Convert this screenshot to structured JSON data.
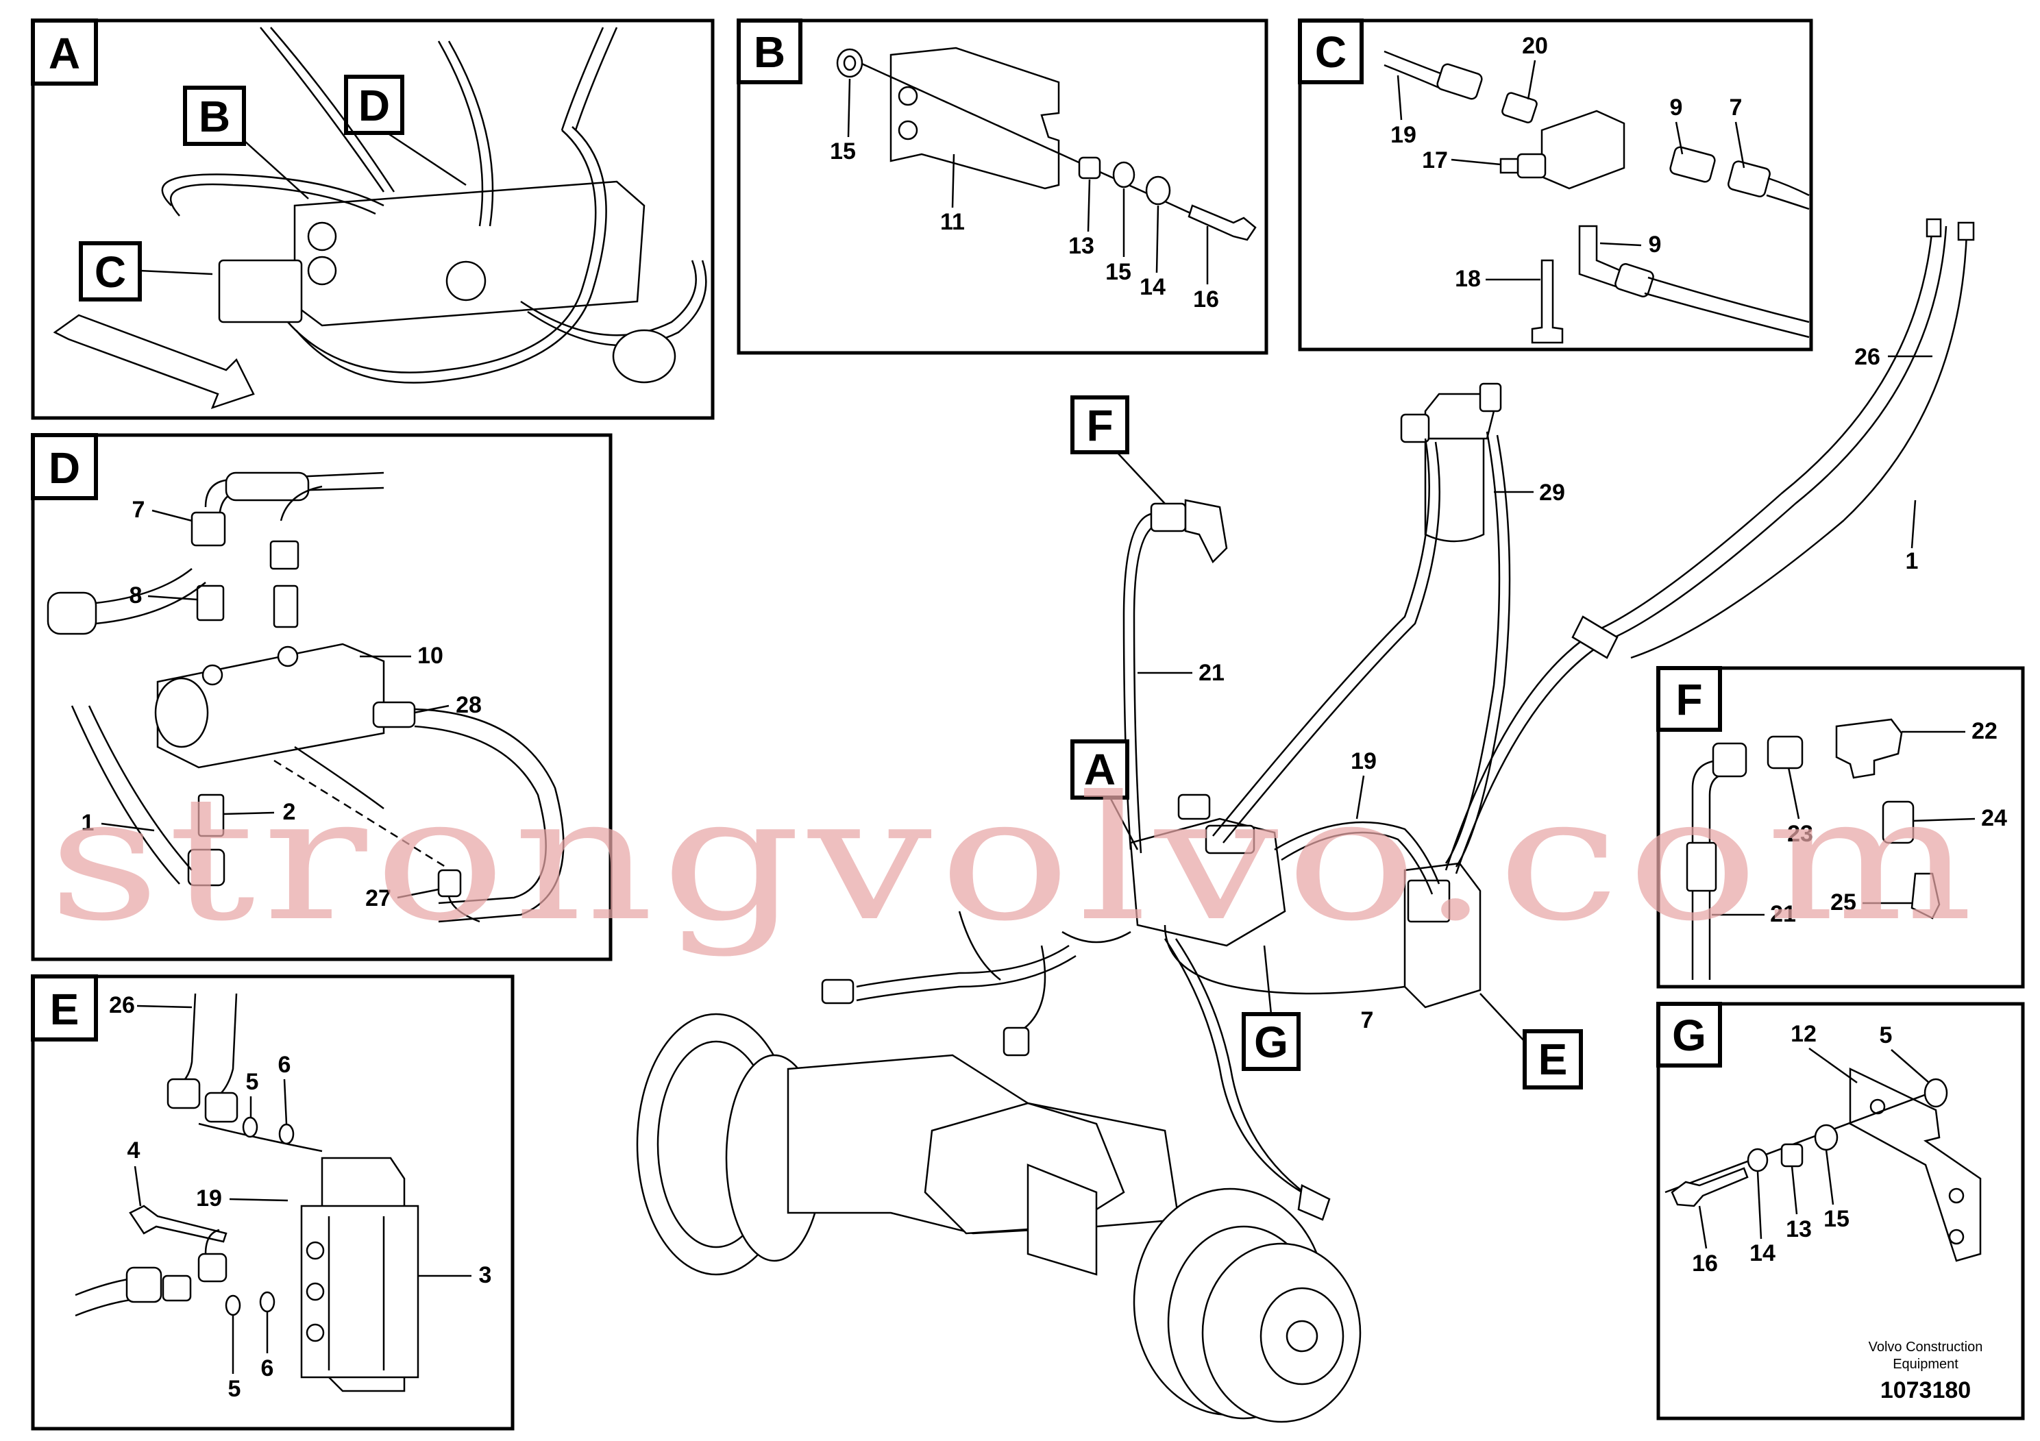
{
  "panels": {
    "A": {
      "tag": "A",
      "sub_tags": {
        "B": "B",
        "C": "C",
        "D": "D"
      }
    },
    "B": {
      "tag": "B",
      "labels": {
        "n15a": "15",
        "n11": "11",
        "n13": "13",
        "n15b": "15",
        "n14": "14",
        "n16": "16"
      }
    },
    "C": {
      "tag": "C",
      "labels": {
        "n20": "20",
        "n19": "19",
        "n9a": "9",
        "n7": "7",
        "n17": "17",
        "n9b": "9",
        "n18": "18"
      }
    },
    "D": {
      "tag": "D",
      "labels": {
        "n7": "7",
        "n8": "8",
        "n10": "10",
        "n28": "28",
        "n1": "1",
        "n2": "2",
        "n27": "27"
      }
    },
    "E": {
      "tag": "E",
      "labels": {
        "n26": "26",
        "n5a": "5",
        "n6a": "6",
        "n4": "4",
        "n19": "19",
        "n3": "3",
        "n5b": "5",
        "n6b": "6"
      }
    },
    "F": {
      "tag": "F",
      "labels": {
        "n22": "22",
        "n23": "23",
        "n24": "24",
        "n21": "21",
        "n25": "25"
      }
    },
    "G": {
      "tag": "G",
      "labels": {
        "n12": "12",
        "n5": "5",
        "n16": "16",
        "n14": "14",
        "n13": "13",
        "n15": "15"
      }
    }
  },
  "main": {
    "tags": {
      "A": "A",
      "F": "F",
      "G": "G",
      "E": "E"
    },
    "labels": {
      "n26": "26",
      "n29": "29",
      "n1": "1",
      "n21": "21",
      "n19": "19",
      "n7": "7"
    }
  },
  "watermark": "strongvolvo.com",
  "footer": {
    "line1": "Volvo Construction",
    "line2": "Equipment",
    "number": "1073180"
  },
  "colors": {
    "watermark": "#e8a7a7",
    "ink": "#000000",
    "background": "#ffffff"
  }
}
